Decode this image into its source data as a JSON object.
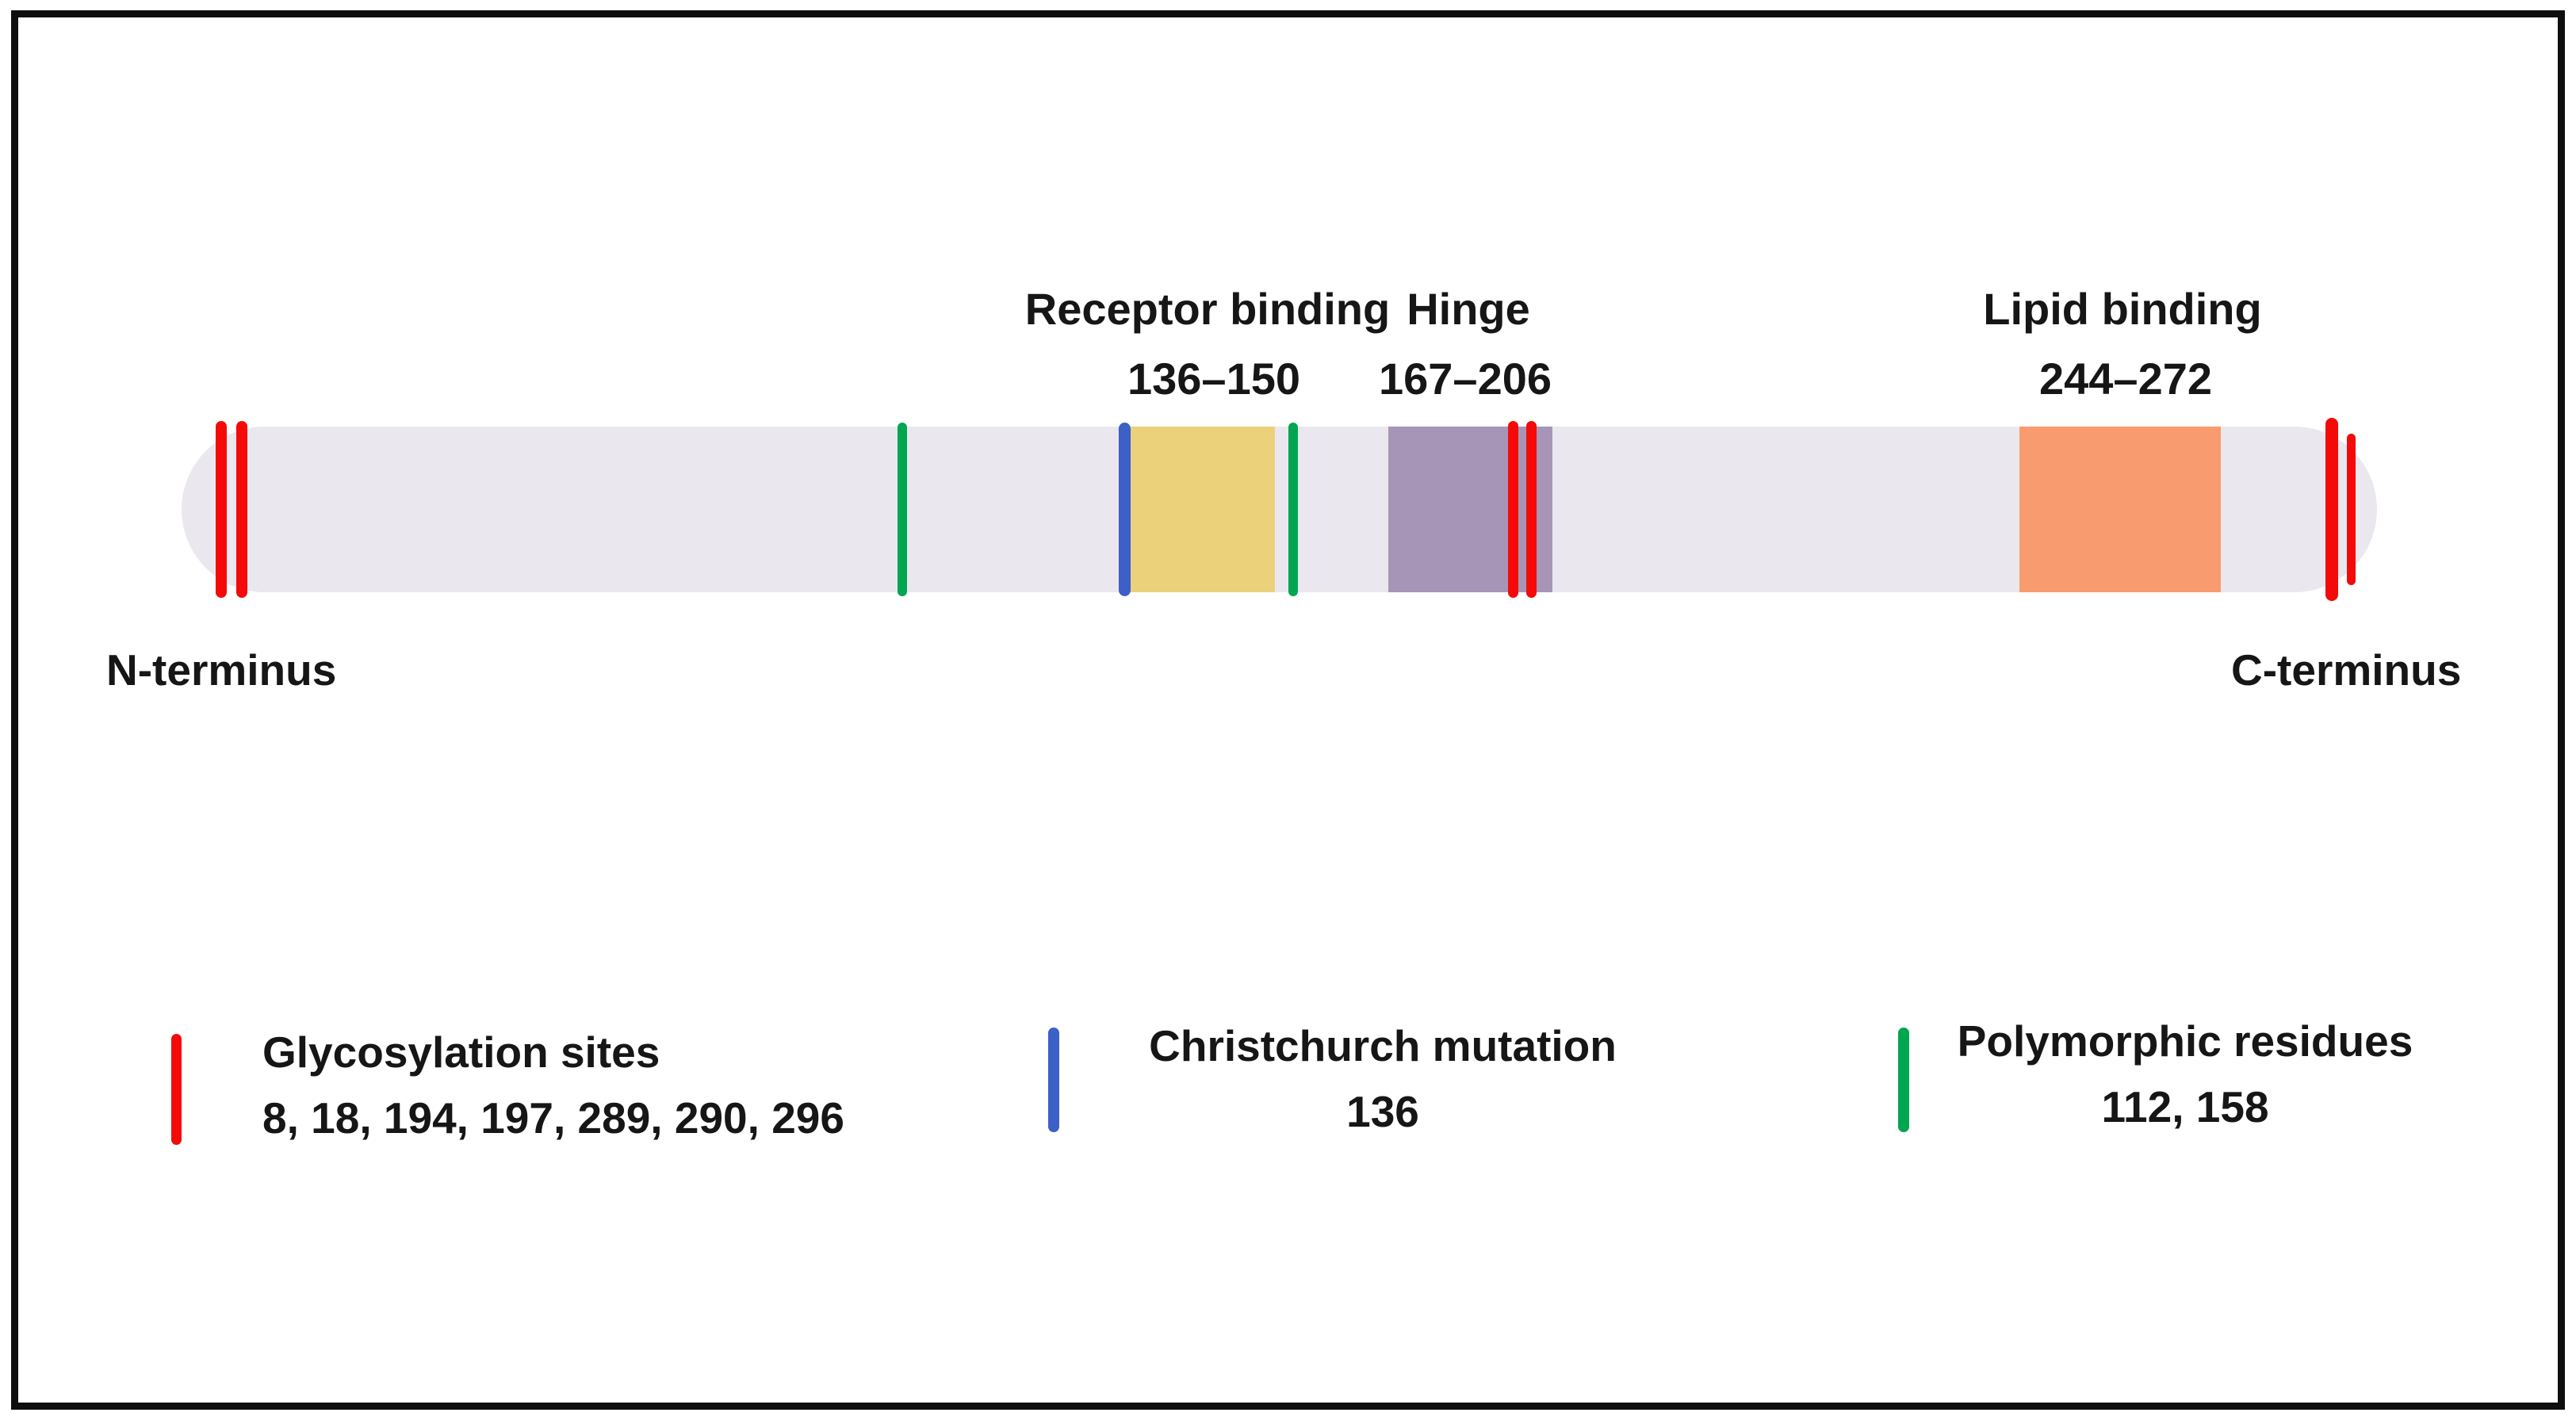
{
  "figure": {
    "bar_color": "#eae8ee",
    "frame_color": "#0e0e0e",
    "n_terminus": "N-terminus",
    "c_terminus": "C-terminus",
    "domains": [
      {
        "label": "Receptor binding",
        "range": "136–150",
        "color": "#ecd17b"
      },
      {
        "label": "Hinge",
        "range": "167–206",
        "color": "#a795b8"
      },
      {
        "label": "Lipid binding",
        "range": "244–272",
        "color": "#f89c6f"
      }
    ],
    "markers": {
      "glycosylation": {
        "color": "#f50a0a"
      },
      "christchurch": {
        "color": "#3c5fc8"
      },
      "polymorphic": {
        "color": "#00a650"
      }
    }
  },
  "legend": {
    "items": [
      {
        "label": "Glycosylation sites",
        "values": "8, 18, 194, 197, 289, 290, 296",
        "color": "#f50a0a"
      },
      {
        "label": "Christchurch mutation",
        "values": "136",
        "color": "#3c5fc8"
      },
      {
        "label": "Polymorphic residues",
        "values": "112, 158",
        "color": "#00a650"
      }
    ]
  }
}
